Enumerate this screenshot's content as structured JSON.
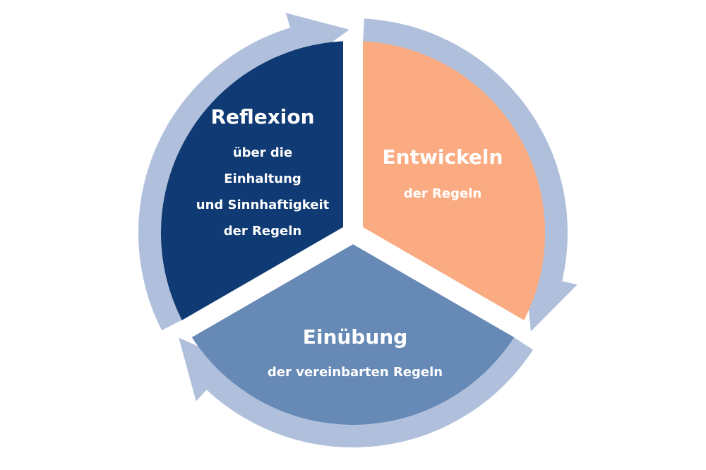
{
  "diagram": {
    "type": "cycle",
    "colors": {
      "arrow_ring": "#b0c0dc",
      "reflexion": "#0f3a73",
      "entwickeln": "#fbab82",
      "einuebung": "#6789b6",
      "background": "#ffffff"
    },
    "segments": [
      {
        "id": "entwickeln",
        "title": "Entwickeln",
        "lines": [
          "der Regeln"
        ]
      },
      {
        "id": "einuebung",
        "title": "Einübung",
        "lines": [
          "der vereinbarten Regeln"
        ]
      },
      {
        "id": "reflexion",
        "title": "Reflexion",
        "lines": [
          "über die",
          "Einhaltung",
          "und Sinnhaftigkeit",
          "der Regeln"
        ]
      }
    ],
    "flow_direction": "clockwise"
  }
}
